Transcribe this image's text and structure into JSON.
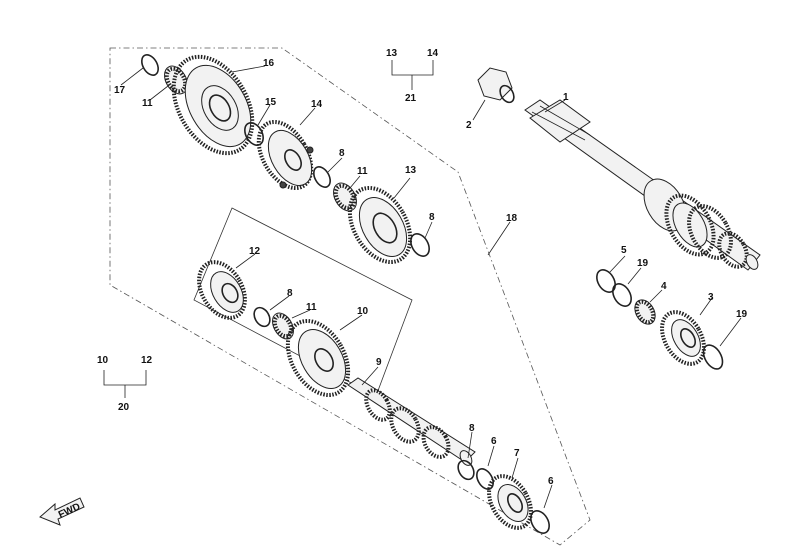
{
  "labels": {
    "p1": "1",
    "p2": "2",
    "p3": "3",
    "p4": "4",
    "p5": "5",
    "p6a": "6",
    "p6b": "6",
    "p7": "7",
    "p8a": "8",
    "p8b": "8",
    "p8c": "8",
    "p8d": "8",
    "p9": "9",
    "p10a": "10",
    "p10b": "10",
    "p11a": "11",
    "p11b": "11",
    "p11c": "11",
    "p12a": "12",
    "p12b": "12",
    "p13a": "13",
    "p13b": "13",
    "p14a": "14",
    "p14b": "14",
    "p15": "15",
    "p16": "16",
    "p17": "17",
    "p18": "18",
    "p19a": "19",
    "p19b": "19",
    "p20": "20",
    "p21": "21"
  },
  "fwd_arrow": {
    "text": "FWD"
  }
}
